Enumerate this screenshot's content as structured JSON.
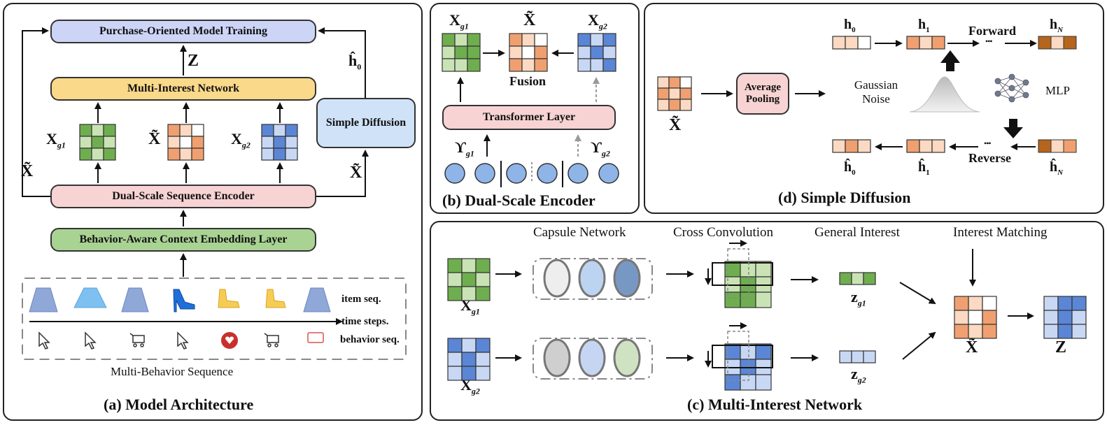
{
  "panel_a": {
    "caption": "(a) Model Architecture",
    "purchase_training": "Purchase-Oriented Model Training",
    "multi_interest_network": "Multi-Interest Network",
    "simple_diffusion": "Simple Diffusion",
    "dual_scale_encoder": "Dual-Scale Sequence Encoder",
    "embedding_layer": "Behavior-Aware Context Embedding Layer",
    "z_label": "Z",
    "h0_label": "ĥ",
    "h0_sub": "0",
    "xg1_label": "X",
    "xg1_sub": "g1",
    "xtilde_label": "X̃",
    "xg2_label": "X",
    "xg2_sub": "g2",
    "xtilde_left": "X̃",
    "xtilde_right": "X̃",
    "item_seq": "item seq.",
    "time_steps": "time steps.",
    "behavior_seq": "behavior seq.",
    "sequence_caption": "Multi-Behavior Sequence"
  },
  "panel_b": {
    "caption": "(b) Dual-Scale Encoder",
    "xg1_label": "X",
    "xg1_sub": "g1",
    "xtilde_label": "X̃",
    "xg2_label": "X",
    "xg2_sub": "g2",
    "fusion": "Fusion",
    "transformer": "Transformer Layer",
    "ups1": "ϒ",
    "ups1_sub": "g1",
    "ups2": "ϒ",
    "ups2_sub": "g2"
  },
  "panel_d": {
    "caption": "(d) Simple Diffusion",
    "avg_pooling": "Average Pooling",
    "gaussian_noise": "Gaussian Noise",
    "mlp": "MLP",
    "forward": "Forward",
    "reverse": "Reverse",
    "xtilde": "X̃",
    "h0": "h",
    "h0_sub": "0",
    "h1": "h",
    "h1_sub": "1",
    "hN": "h",
    "hN_sub": "N",
    "hat_h0": "ĥ",
    "hat_h0_sub": "0",
    "hat_h1": "ĥ",
    "hat_h1_sub": "1",
    "hat_hN": "ĥ",
    "hat_hN_sub": "N",
    "dots_top": "•••",
    "dots_bottom": "•••"
  },
  "panel_c": {
    "caption": "(c) Multi-Interest Network",
    "capsule_network": "Capsule Network",
    "cross_convolution": "Cross Convolution",
    "general_interest": "General Interest",
    "interest_matching": "Interest Matching",
    "xg1": "X",
    "xg1_sub": "g1",
    "xg2": "X",
    "xg2_sub": "g2",
    "zg1": "z",
    "zg1_sub": "g1",
    "zg2": "z",
    "zg2_sub": "g2",
    "xtilde": "X̃",
    "z": "Z"
  },
  "colors": {
    "green_dark": "#6fae4f",
    "green_light": "#c9e3b5",
    "orange_dark": "#f0a070",
    "orange_light": "#fbd9c2",
    "blue_dark": "#5b86d6",
    "blue_light": "#c8d8f4",
    "box_purple": "#cdd5f7",
    "box_yellow": "#fbd98a",
    "box_pink": "#f8d3d3",
    "box_green": "#a9d393",
    "box_lightblue": "#cfe2f8",
    "seq_circle": "#8fb4e8",
    "brown": "#b5651d"
  }
}
